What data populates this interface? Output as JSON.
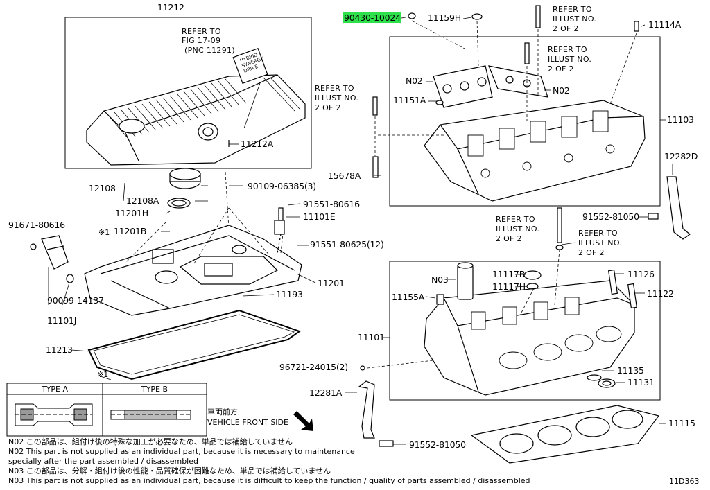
{
  "diagram_code": "11D363",
  "highlight_part": "90430-10024",
  "groups": {
    "cover_top": "11212",
    "head_cover_right": "11103",
    "cylinder_head": "11101"
  },
  "refer_fig": {
    "line1": "REFER TO",
    "line2": "FIG 17-09",
    "line3": "(PNC 11291)"
  },
  "badge_text": [
    "HYBRID",
    "SYNERGY",
    "DRIVE"
  ],
  "refer_illust": {
    "line1": "REFER TO",
    "line2": "ILLUST NO.",
    "line3": "2 OF 2"
  },
  "parts": {
    "p90430": "90430-10024",
    "p11159H": "11159H",
    "p11114A": "11114A",
    "pN02a": "N02",
    "pN02b": "N02",
    "p11151A": "11151A",
    "p15678A": "15678A",
    "p12282D": "12282D",
    "p11212A": "11212A",
    "p12108": "12108",
    "p12108A": "12108A",
    "p90109": "90109-06385(3)",
    "p11201H": "11201H",
    "p91551a": "91551-80616",
    "p11101E": "11101E",
    "p91671": "91671-80616",
    "p11201B": "11201B",
    "p91551b": "91551-80625(12)",
    "p91552a": "91552-81050",
    "p11201": "11201",
    "p90099": "90099-14137",
    "p11193": "11193",
    "p11101J": "11101J",
    "p11213": "11213",
    "pN03": "N03",
    "p11117B": "11117B",
    "p11117H": "11117H",
    "p11126": "11126",
    "p11155A": "11155A",
    "p11122": "11122",
    "p96721": "96721-24015(2)",
    "p11135": "11135",
    "p11131": "11131",
    "p12281A": "12281A",
    "p91552b": "91552-81050",
    "p11115": "11115"
  },
  "mark_note": "※1",
  "legend": {
    "type_a": "TYPE A",
    "type_b": "TYPE B"
  },
  "front": {
    "jp": "車両前方",
    "en": "VEHICLE FRONT SIDE"
  },
  "notes": [
    "N02  この部品は、組付け後の特殊な加工が必要なため、単品では補給していません",
    "N02  This part is not supplied as an individual part, because it is necessary to maintenance",
    "        specially after the part assembled / disassembled",
    "N03  この部品は、分解・組付け後の性能・品質確保が困難なため、単品では補給していません",
    "N03  This part is not supplied as an individual part, because it is difficult to keep the function / quality of parts  assembled / disassembled"
  ]
}
